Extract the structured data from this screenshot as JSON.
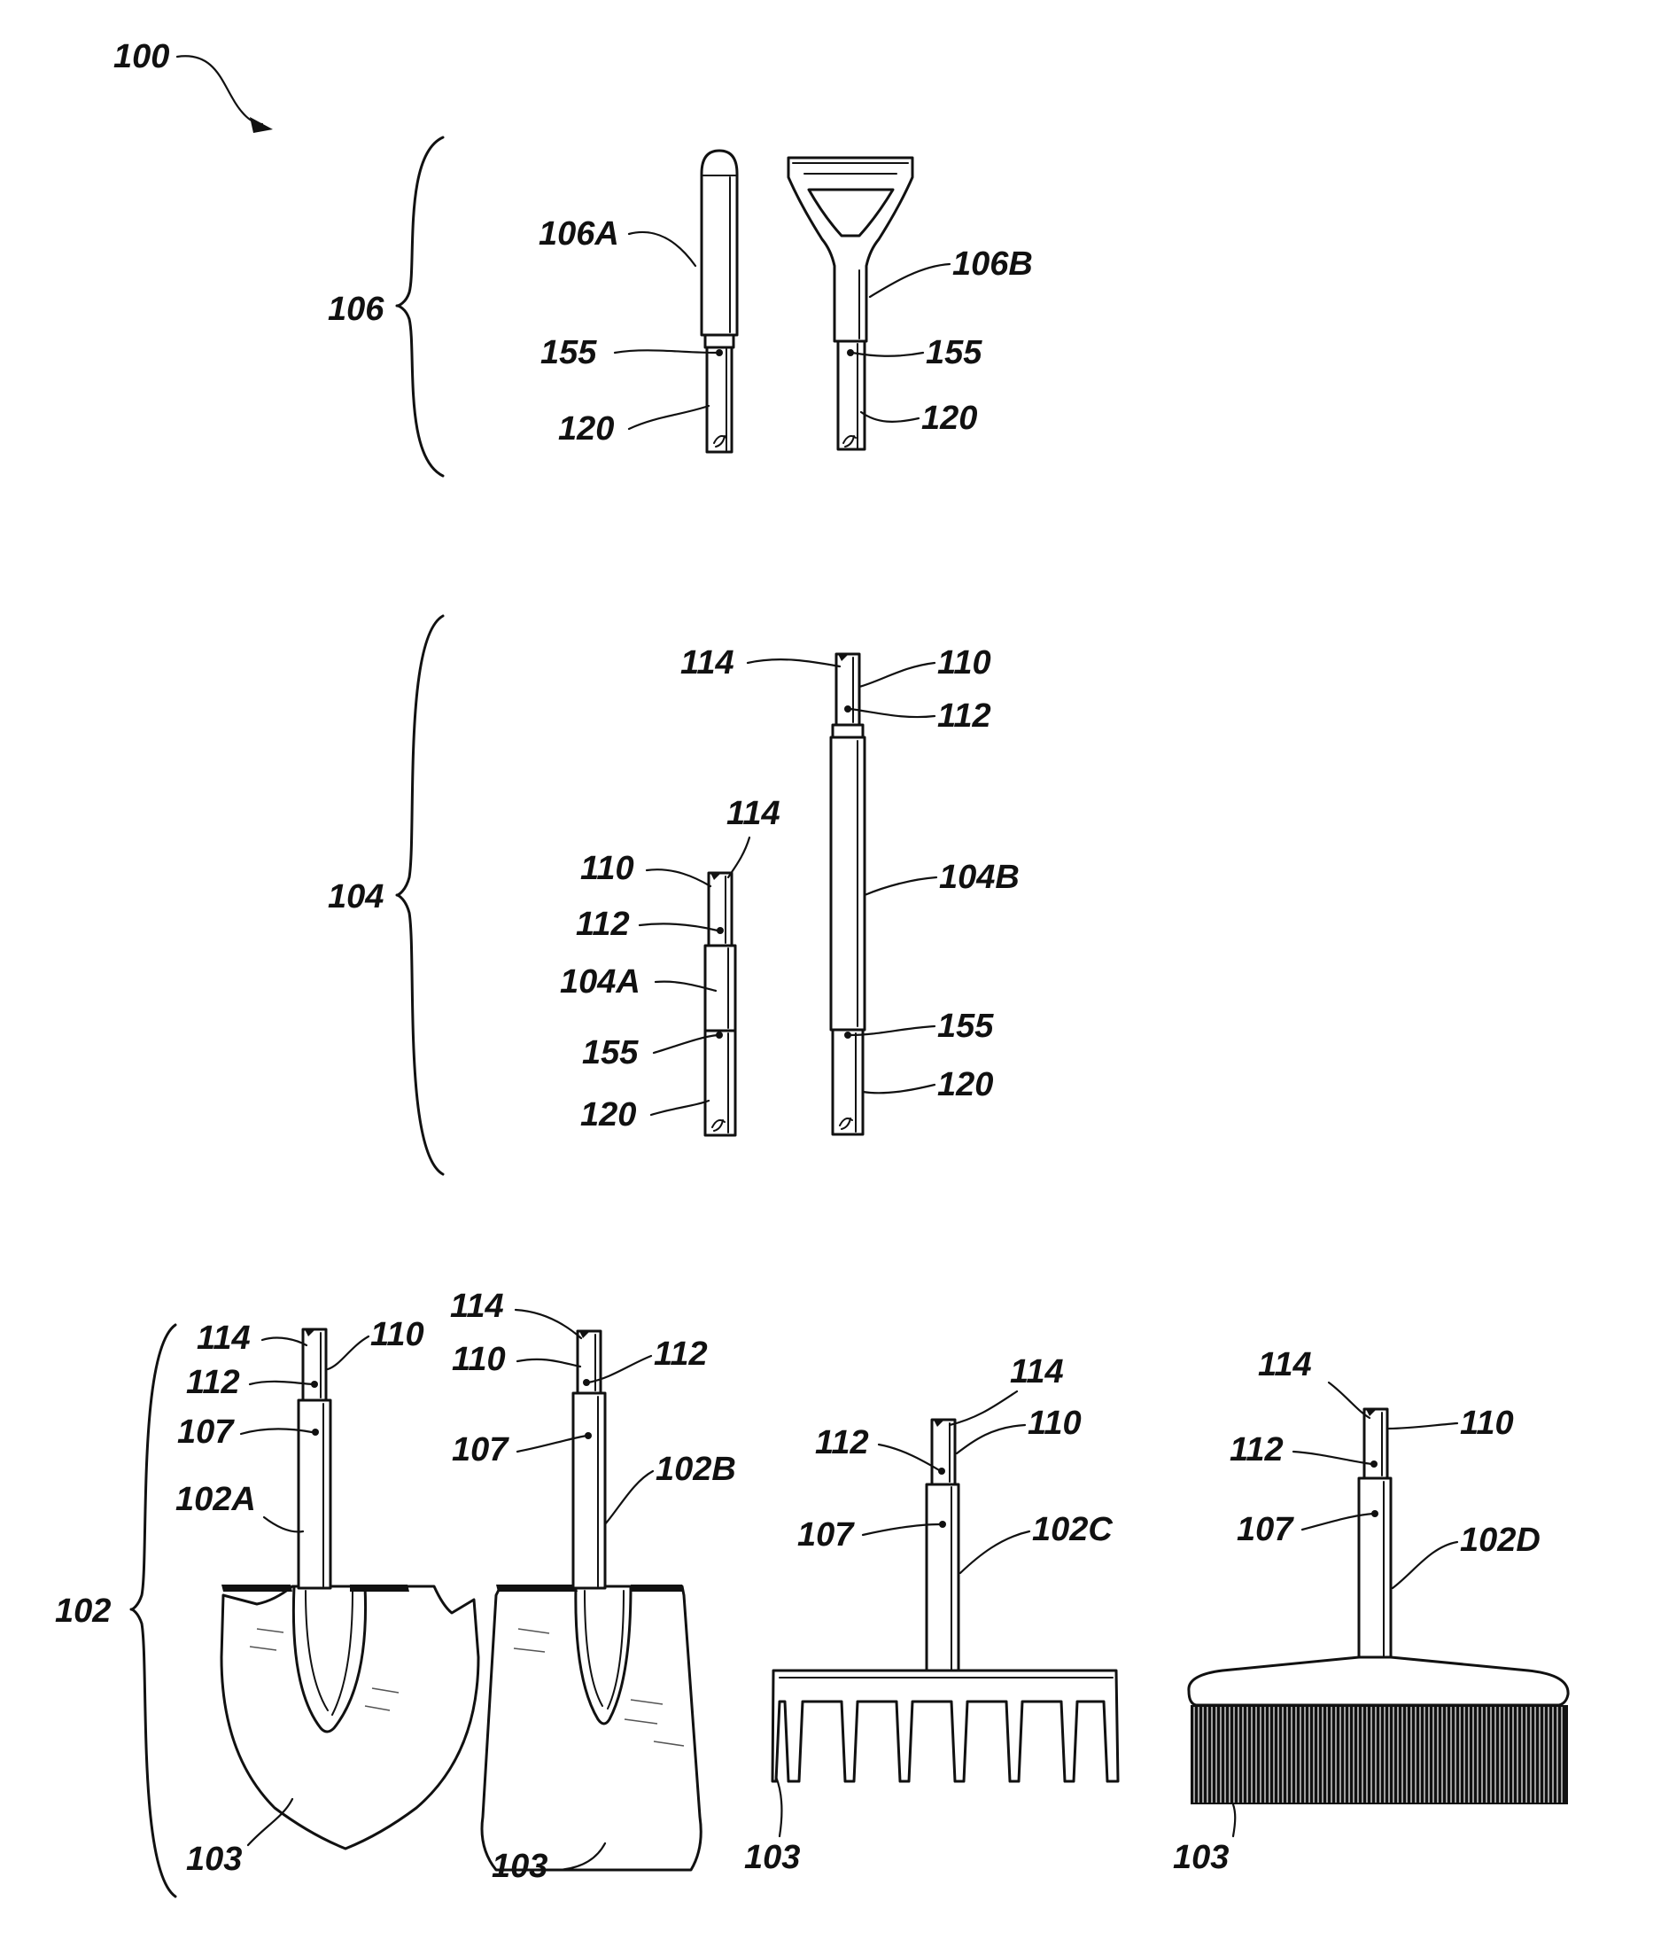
{
  "figure": {
    "labels": {
      "assembly": "100",
      "handle_group": "106",
      "handle_a": "106A",
      "handle_b": "106B",
      "extension_group": "104",
      "extension_a": "104A",
      "extension_b": "104B",
      "head_group": "102",
      "head_a": "102A",
      "head_b": "102B",
      "head_c": "102C",
      "head_d": "102D",
      "working_end": "103",
      "pin": "107",
      "male_end": "110",
      "hole": "112",
      "slot": "114",
      "socket_hole": "155",
      "socket_end": "120"
    }
  }
}
